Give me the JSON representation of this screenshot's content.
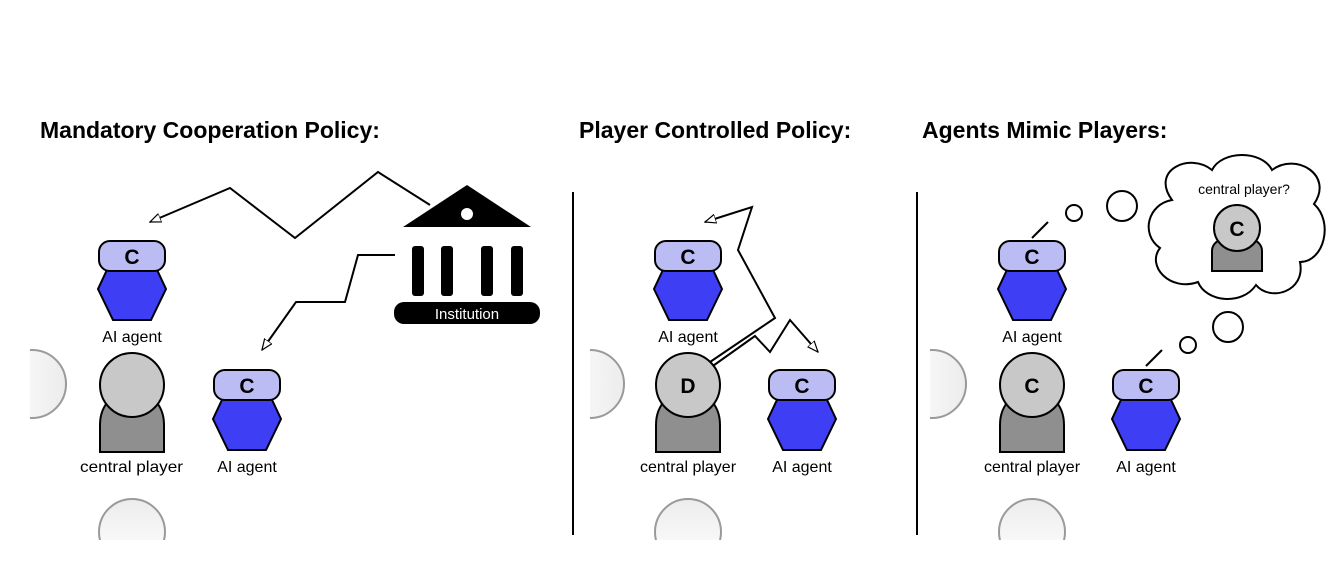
{
  "panels": [
    {
      "title": "Mandatory Cooperation Policy:"
    },
    {
      "title": "Player Controlled Policy:"
    },
    {
      "title": "Agents Mimic Players:"
    }
  ],
  "panel1": {
    "top_agent": {
      "label": "AI agent",
      "badge": "C"
    },
    "player": {
      "label": "central player",
      "badge": ""
    },
    "right_agent": {
      "label": "AI agent",
      "badge": "C"
    },
    "institution": {
      "label": "Institution"
    }
  },
  "panel2": {
    "top_agent": {
      "label": "AI agent",
      "badge": "C"
    },
    "player": {
      "label": "central player",
      "badge": "D"
    },
    "right_agent": {
      "label": "AI agent",
      "badge": "C"
    }
  },
  "panel3": {
    "top_agent": {
      "label": "AI agent",
      "badge": "C"
    },
    "player": {
      "label": "central player",
      "badge": "C"
    },
    "right_agent": {
      "label": "AI agent",
      "badge": "C"
    },
    "thought": {
      "text": "central player?",
      "badge": "C"
    }
  },
  "colors": {
    "agent_badge": "#bcbcf5",
    "agent_body": "#3e3ef5",
    "player_head": "#c8c8c8",
    "player_body": "#8f8f8f",
    "institution": "#000000"
  }
}
